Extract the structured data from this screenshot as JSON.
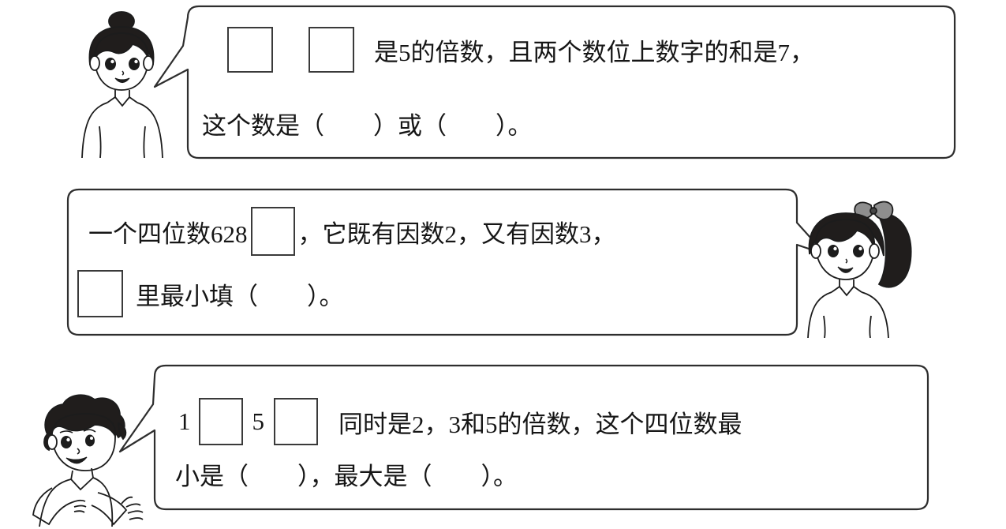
{
  "page": {
    "title": "数学练习题 — 倍数与因数填空",
    "background_color": "#ffffff",
    "ink_color": "#161616",
    "box_border_color": "#3a3a3a"
  },
  "problems": [
    {
      "id": "problem-1",
      "speaker": "girl-with-bun",
      "bubble_tail_side": "left",
      "line1": {
        "segments": [
          {
            "type": "blank-square"
          },
          {
            "type": "blank-square"
          },
          {
            "type": "text",
            "value": "是5的倍数，且两个数位上数字的和是7，"
          }
        ]
      },
      "line2": {
        "segments": [
          {
            "type": "text",
            "value": "这个数是（        ）或（        ）。"
          }
        ]
      }
    },
    {
      "id": "problem-2",
      "speaker": "girl-with-bow",
      "bubble_tail_side": "right",
      "line1": {
        "segments": [
          {
            "type": "text",
            "value": "一个四位数628"
          },
          {
            "type": "blank-square"
          },
          {
            "type": "text",
            "value": "，它既有因数2，又有因数3，"
          }
        ]
      },
      "line2": {
        "segments": [
          {
            "type": "blank-square"
          },
          {
            "type": "text",
            "value": "里最小填（        ）。"
          }
        ]
      }
    },
    {
      "id": "problem-3",
      "speaker": "boy-curly-hair",
      "bubble_tail_side": "left",
      "line1": {
        "segments": [
          {
            "type": "text",
            "value": "1"
          },
          {
            "type": "blank-square"
          },
          {
            "type": "text",
            "value": "5"
          },
          {
            "type": "blank-square"
          },
          {
            "type": "text",
            "value": "同时是2，3和5的倍数，这个四位数最"
          }
        ]
      },
      "line2": {
        "segments": [
          {
            "type": "text",
            "value": "小是（        ），最大是（        ）。"
          }
        ]
      }
    }
  ],
  "text": {
    "p1_l1": "是5的倍数，且两个数位上数字的和是7，",
    "p1_l2": "这个数是（        ）或（        ）。",
    "p2_l1a": "一个四位数628",
    "p2_l1b": "，它既有因数2，又有因数3，",
    "p2_l2": "里最小填（        ）。",
    "p3_l1a": "1",
    "p3_l1b": "5",
    "p3_l1c": "同时是2，3和5的倍数，这个四位数最",
    "p3_l2": "小是（        ），最大是（        ）。"
  },
  "icons": {
    "girl_bun": "girl-with-bun-icon",
    "girl_bow": "girl-with-bow-icon",
    "boy_curly": "boy-curly-hair-icon"
  }
}
